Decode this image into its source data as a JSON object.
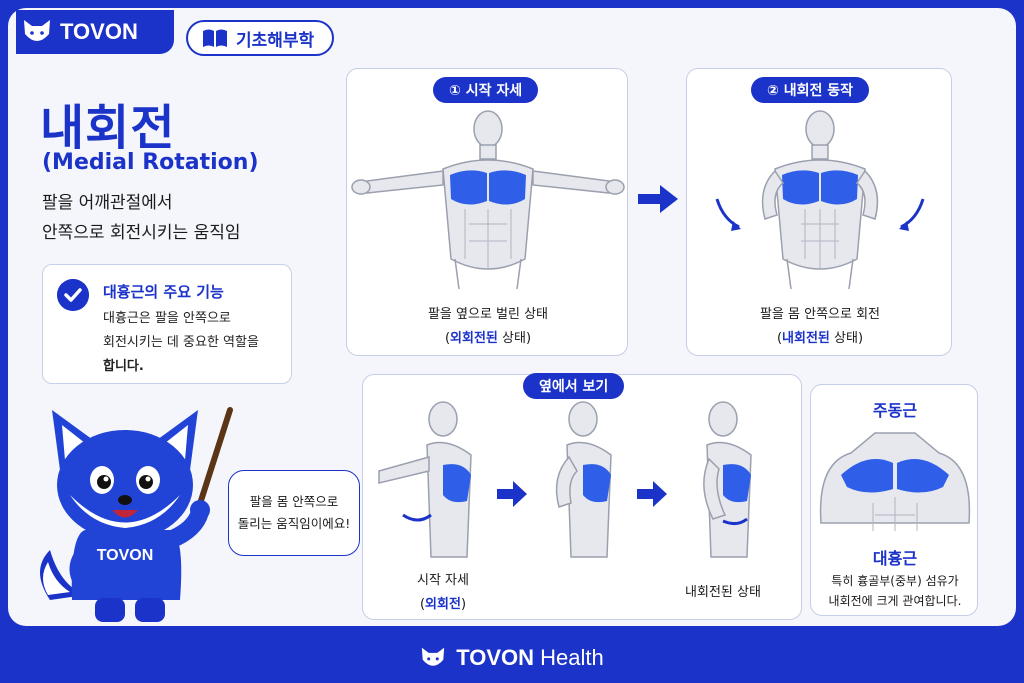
{
  "brand": {
    "logo_text": "TOVON",
    "footer_bold": "TOVON",
    "footer_rest": "Health",
    "primary": "#1b33c9",
    "muscle_blue": "#2f5ee8"
  },
  "category": {
    "icon": "book-icon",
    "label": "기초해부학"
  },
  "title": "내회전",
  "subtitle": "(Medial Rotation)",
  "description": [
    "팔을 어깨관절에서",
    "안쪽으로 회전시키는 움직임"
  ],
  "info_box": {
    "icon": "check-icon",
    "heading": "대흉근의 주요 기능",
    "body": [
      "대흉근은 팔을 안쪽으로",
      "회전시키는 데 중요한 역할을",
      "합니다."
    ]
  },
  "mascot": {
    "hoodie_text": "TOVON"
  },
  "speech_bubble": [
    "팔을 몸 안쪽으로",
    "돌리는 움직임이에요!"
  ],
  "panels": {
    "start": {
      "badge": "① 시작 자세",
      "caption_line1": "팔을 옆으로 벌린 상태",
      "caption_open": "(",
      "caption_hl": "외회전된",
      "caption_rest": " 상태)"
    },
    "rotation": {
      "badge": "② 내회전 동작",
      "caption_line1": "팔을 몸 안쪽으로 회전",
      "caption_open": "(",
      "caption_hl": "내회전된",
      "caption_rest": " 상태)"
    },
    "side": {
      "badge": "옆에서 보기",
      "caption_start_line1": "시작 자세",
      "caption_start_open": "(",
      "caption_start_hl": "외회전",
      "caption_start_close": ")",
      "caption_end": "내회전된 상태"
    },
    "muscle": {
      "heading": "주동근",
      "muscle_name": "대흉근",
      "desc_line1": "특히 흉골부(중부) 섬유가",
      "desc_line2": "내회전에 크게 관여합니다."
    }
  }
}
